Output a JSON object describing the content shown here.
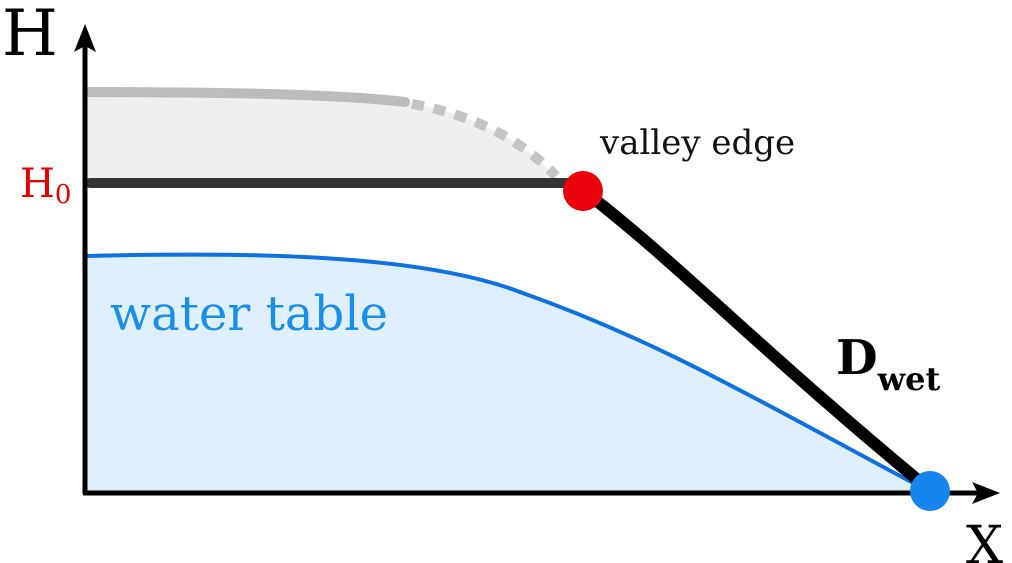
{
  "labels": {
    "y_axis": "H",
    "x_axis": "X",
    "h0_main": "H",
    "h0_sub": "0",
    "valley_edge": "valley edge",
    "water_table": "water table",
    "dwet_main": "D",
    "dwet_sub": "wet"
  },
  "colors": {
    "h0_label": "#e30000",
    "water_label": "#1a8fe8",
    "water_line": "#0f70e0",
    "water_fill": "#dff0fc",
    "valley_point": "#e8000b",
    "base_point": "#1685f0",
    "upper_surface": "#bcbcbc",
    "upper_fill": "#efefef",
    "plateau_line": "#333333",
    "slope_line": "#000000"
  },
  "icons": {
    "valley_point": "red-circle",
    "base_point": "blue-circle"
  }
}
